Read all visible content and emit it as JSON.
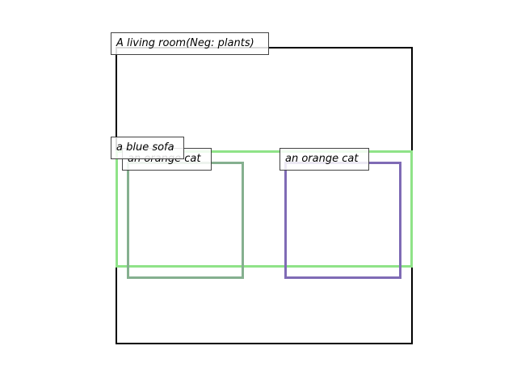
{
  "scene": {
    "caption": "A living room(Neg: plants)",
    "border_color": "#000000"
  },
  "boxes": [
    {
      "label": "a blue sofa",
      "color": "#8fe388"
    },
    {
      "label": "an orange cat",
      "color": "#85b08f"
    },
    {
      "label": "an orange cat",
      "color": "#7f6bb5"
    }
  ]
}
